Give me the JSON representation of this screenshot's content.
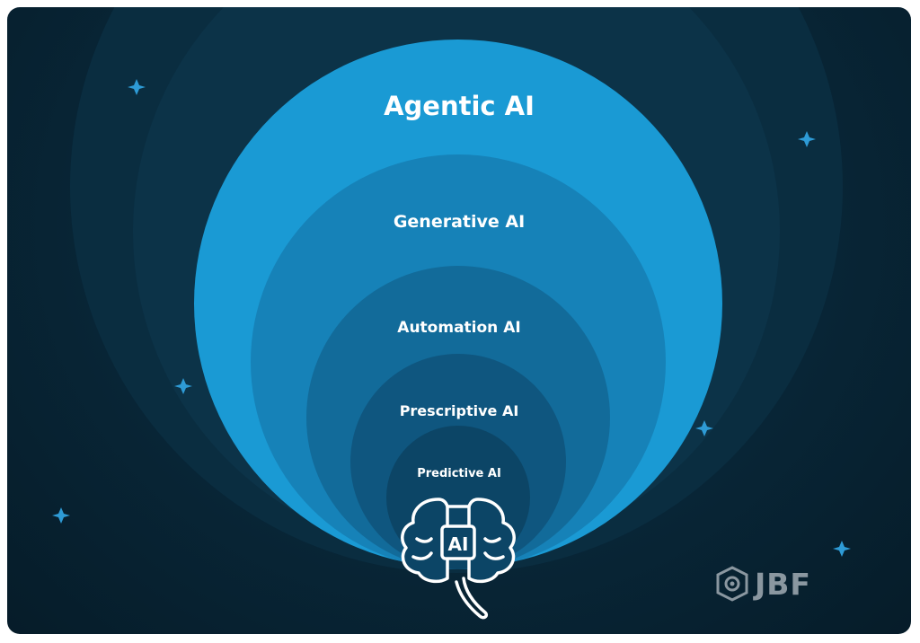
{
  "diagram": {
    "layers": [
      {
        "id": "agentic",
        "label": "Agentic AI",
        "color": "#1a9ad4"
      },
      {
        "id": "generative",
        "label": "Generative AI",
        "color": "#1682b8"
      },
      {
        "id": "automation",
        "label": "Automation AI",
        "color": "#126b9a"
      },
      {
        "id": "prescriptive",
        "label": "Prescriptive AI",
        "color": "#0f567f"
      },
      {
        "id": "predictive",
        "label": "Predictive AI",
        "color": "#0c4566"
      }
    ],
    "center_icon": {
      "name": "brain-icon",
      "chip_label": "AI"
    },
    "background_color": "#082637",
    "star_color": "#2e9bd6"
  },
  "brand": {
    "logo_text": "JBF",
    "logo_icon": "shield-gear-icon"
  }
}
